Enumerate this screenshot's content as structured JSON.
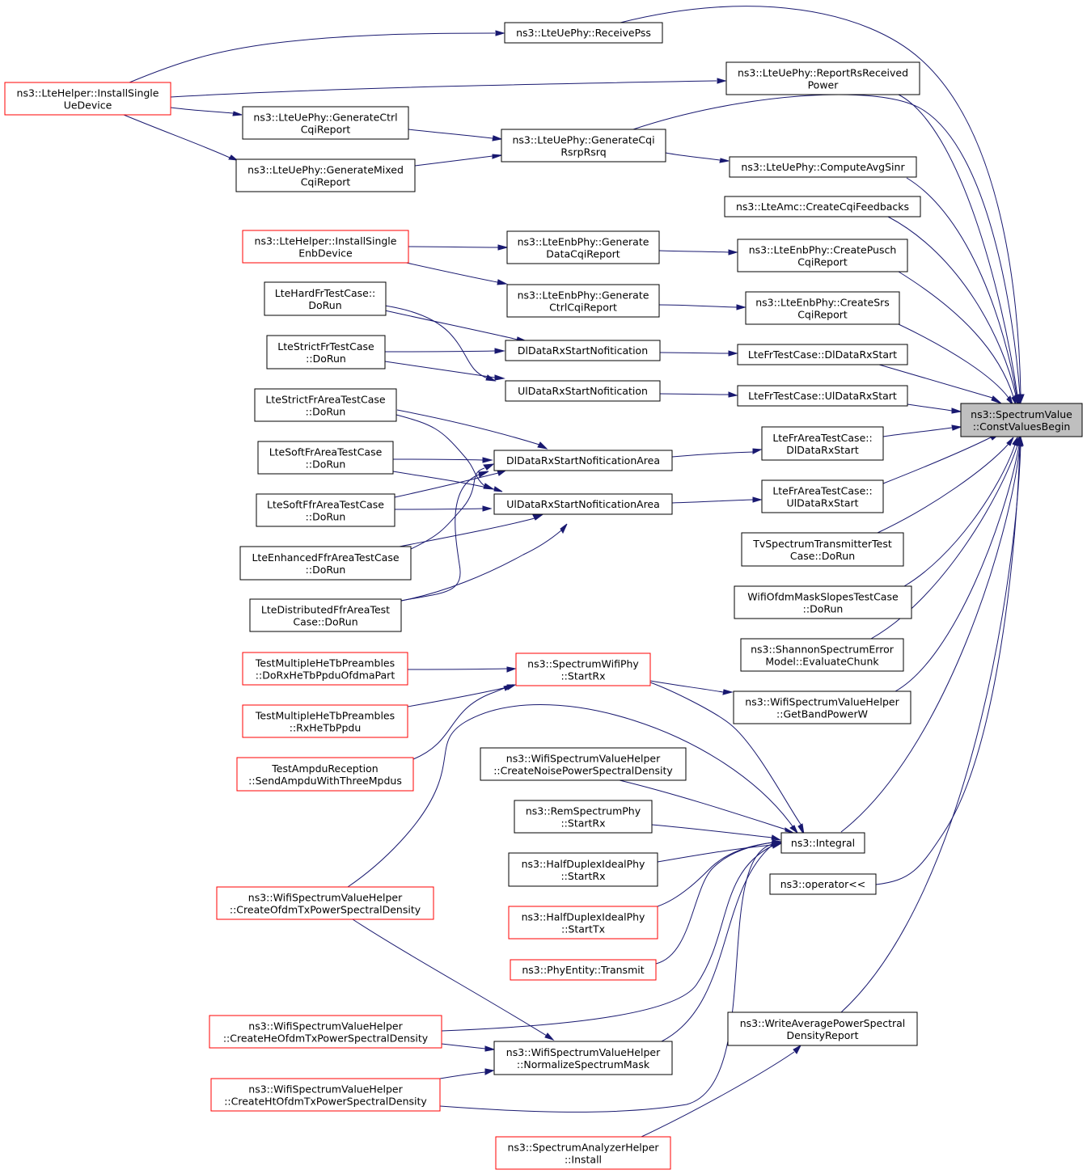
{
  "graph": {
    "type": "caller-graph",
    "root": "n_root",
    "nodes": {
      "n_root": {
        "lines": [
          "ns3::SpectrumValue",
          "::ConstValuesBegin"
        ],
        "style": "root"
      },
      "n_receivepss": {
        "lines": [
          "ns3::LteUePhy::ReceivePss"
        ],
        "style": "black"
      },
      "n_reportrs": {
        "lines": [
          "ns3::LteUePhy::ReportRsReceived",
          "Power"
        ],
        "style": "black"
      },
      "n_genctrlcqi": {
        "lines": [
          "ns3::LteUePhy::GenerateCtrl",
          "CqiReport"
        ],
        "style": "black"
      },
      "n_gencqirsrp": {
        "lines": [
          "ns3::LteUePhy::GenerateCqi",
          "RsrpRsrq"
        ],
        "style": "black"
      },
      "n_genmixed": {
        "lines": [
          "ns3::LteUePhy::GenerateMixed",
          "CqiReport"
        ],
        "style": "black"
      },
      "n_computeavgsinr": {
        "lines": [
          "ns3::LteUePhy::ComputeAvgSinr"
        ],
        "style": "black"
      },
      "n_createcqifb": {
        "lines": [
          "ns3::LteAmc::CreateCqiFeedbacks"
        ],
        "style": "black"
      },
      "n_installue": {
        "lines": [
          "ns3::LteHelper::InstallSingle",
          "UeDevice"
        ],
        "style": "red"
      },
      "n_installenb": {
        "lines": [
          "ns3::LteHelper::InstallSingle",
          "EnbDevice"
        ],
        "style": "red"
      },
      "n_gendatacqi": {
        "lines": [
          "ns3::LteEnbPhy::Generate",
          "DataCqiReport"
        ],
        "style": "black"
      },
      "n_createpusch": {
        "lines": [
          "ns3::LteEnbPhy::CreatePusch",
          "CqiReport"
        ],
        "style": "black"
      },
      "n_genctrlcqienb": {
        "lines": [
          "ns3::LteEnbPhy::Generate",
          "CtrlCqiReport"
        ],
        "style": "black"
      },
      "n_createsrs": {
        "lines": [
          "ns3::LteEnbPhy::CreateSrs",
          "CqiReport"
        ],
        "style": "black"
      },
      "n_hardfr": {
        "lines": [
          "LteHardFrTestCase::",
          "DoRun"
        ],
        "style": "black"
      },
      "n_strictfr": {
        "lines": [
          "LteStrictFrTestCase",
          "::DoRun"
        ],
        "style": "black"
      },
      "n_dldatarx": {
        "lines": [
          "DlDataRxStartNofitication"
        ],
        "style": "black"
      },
      "n_uldatarx": {
        "lines": [
          "UlDataRxStartNofitication"
        ],
        "style": "black"
      },
      "n_frdl": {
        "lines": [
          "LteFrTestCase::DlDataRxStart"
        ],
        "style": "black"
      },
      "n_frul": {
        "lines": [
          "LteFrTestCase::UlDataRxStart"
        ],
        "style": "black"
      },
      "n_strictfrarea": {
        "lines": [
          "LteStrictFrAreaTestCase",
          "::DoRun"
        ],
        "style": "black"
      },
      "n_softfrarea": {
        "lines": [
          "LteSoftFrAreaTestCase",
          "::DoRun"
        ],
        "style": "black"
      },
      "n_softffrarea": {
        "lines": [
          "LteSoftFfrAreaTestCase",
          "::DoRun"
        ],
        "style": "black"
      },
      "n_enhancedffr": {
        "lines": [
          "LteEnhancedFfrAreaTestCase",
          "::DoRun"
        ],
        "style": "black"
      },
      "n_distributedffr": {
        "lines": [
          "LteDistributedFfrAreaTest",
          "Case::DoRun"
        ],
        "style": "black"
      },
      "n_dlarea": {
        "lines": [
          "DlDataRxStartNofiticationArea"
        ],
        "style": "black"
      },
      "n_ularea": {
        "lines": [
          "UlDataRxStartNofiticationArea"
        ],
        "style": "black"
      },
      "n_frareadl": {
        "lines": [
          "LteFrAreaTestCase::",
          "DlDataRxStart"
        ],
        "style": "black"
      },
      "n_frareaul": {
        "lines": [
          "LteFrAreaTestCase::",
          "UlDataRxStart"
        ],
        "style": "black"
      },
      "n_tvspectrum": {
        "lines": [
          "TvSpectrumTransmitterTest",
          "Case::DoRun"
        ],
        "style": "black"
      },
      "n_wifiofdmmask": {
        "lines": [
          "WifiOfdmMaskSlopesTestCase",
          "::DoRun"
        ],
        "style": "black"
      },
      "n_shannon": {
        "lines": [
          "ns3::ShannonSpectrumError",
          "Model::EvaluateChunk"
        ],
        "style": "black"
      },
      "n_multihe1": {
        "lines": [
          "TestMultipleHeTbPreambles",
          "::DoRxHeTbPpduOfdmaPart"
        ],
        "style": "red"
      },
      "n_multihe2": {
        "lines": [
          "TestMultipleHeTbPreambles",
          "::RxHeTbPpdu"
        ],
        "style": "red"
      },
      "n_ampdu": {
        "lines": [
          "TestAmpduReception",
          "::SendAmpduWithThreeMpdus"
        ],
        "style": "red"
      },
      "n_spectrumwifi": {
        "lines": [
          "ns3::SpectrumWifiPhy",
          "::StartRx"
        ],
        "style": "red"
      },
      "n_getbandpower": {
        "lines": [
          "ns3::WifiSpectrumValueHelper",
          "::GetBandPowerW"
        ],
        "style": "black"
      },
      "n_createnoise": {
        "lines": [
          "ns3::WifiSpectrumValueHelper",
          "::CreateNoisePowerSpectralDensity"
        ],
        "style": "black"
      },
      "n_remspectrum": {
        "lines": [
          "ns3::RemSpectrumPhy",
          "::StartRx"
        ],
        "style": "black"
      },
      "n_hdstartrx": {
        "lines": [
          "ns3::HalfDuplexIdealPhy",
          "::StartRx"
        ],
        "style": "black"
      },
      "n_hdstarttx": {
        "lines": [
          "ns3::HalfDuplexIdealPhy",
          "::StartTx"
        ],
        "style": "red"
      },
      "n_phyentity": {
        "lines": [
          "ns3::PhyEntity::Transmit"
        ],
        "style": "red"
      },
      "n_integral": {
        "lines": [
          "ns3::Integral"
        ],
        "style": "black"
      },
      "n_operator": {
        "lines": [
          "ns3::operator<<"
        ],
        "style": "black"
      },
      "n_createofdm": {
        "lines": [
          "ns3::WifiSpectrumValueHelper",
          "::CreateOfdmTxPowerSpectralDensity"
        ],
        "style": "red"
      },
      "n_writeavg": {
        "lines": [
          "ns3::WriteAveragePowerSpectral",
          "DensityReport"
        ],
        "style": "black"
      },
      "n_createhe": {
        "lines": [
          "ns3::WifiSpectrumValueHelper",
          "::CreateHeOfdmTxPowerSpectralDensity"
        ],
        "style": "red"
      },
      "n_normalize": {
        "lines": [
          "ns3::WifiSpectrumValueHelper",
          "::NormalizeSpectrumMask"
        ],
        "style": "black"
      },
      "n_createht": {
        "lines": [
          "ns3::WifiSpectrumValueHelper",
          "::CreateHtOfdmTxPowerSpectralDensity"
        ],
        "style": "red"
      },
      "n_analyzer": {
        "lines": [
          "ns3::SpectrumAnalyzerHelper",
          "::Install"
        ],
        "style": "red"
      }
    },
    "edges": [
      [
        "n_receivepss",
        "n_root"
      ],
      [
        "n_reportrs",
        "n_root"
      ],
      [
        "n_gencqirsrp",
        "n_root"
      ],
      [
        "n_computeavgsinr",
        "n_root"
      ],
      [
        "n_createcqifb",
        "n_root"
      ],
      [
        "n_createpusch",
        "n_root"
      ],
      [
        "n_createsrs",
        "n_root"
      ],
      [
        "n_frdl",
        "n_root"
      ],
      [
        "n_frul",
        "n_root"
      ],
      [
        "n_frareadl",
        "n_root"
      ],
      [
        "n_frareaul",
        "n_root"
      ],
      [
        "n_tvspectrum",
        "n_root"
      ],
      [
        "n_wifiofdmmask",
        "n_root"
      ],
      [
        "n_shannon",
        "n_root"
      ],
      [
        "n_getbandpower",
        "n_root"
      ],
      [
        "n_integral",
        "n_root"
      ],
      [
        "n_operator",
        "n_root"
      ],
      [
        "n_writeavg",
        "n_root"
      ],
      [
        "n_installue",
        "n_receivepss"
      ],
      [
        "n_installue",
        "n_reportrs"
      ],
      [
        "n_installue",
        "n_genctrlcqi"
      ],
      [
        "n_installue",
        "n_genmixed"
      ],
      [
        "n_genctrlcqi",
        "n_gencqirsrp"
      ],
      [
        "n_genmixed",
        "n_gencqirsrp"
      ],
      [
        "n_gencqirsrp",
        "n_computeavgsinr"
      ],
      [
        "n_installenb",
        "n_gendatacqi"
      ],
      [
        "n_installenb",
        "n_genctrlcqienb"
      ],
      [
        "n_gendatacqi",
        "n_createpusch"
      ],
      [
        "n_genctrlcqienb",
        "n_createsrs"
      ],
      [
        "n_hardfr",
        "n_dldatarx"
      ],
      [
        "n_hardfr",
        "n_uldatarx"
      ],
      [
        "n_strictfr",
        "n_dldatarx"
      ],
      [
        "n_strictfr",
        "n_uldatarx"
      ],
      [
        "n_dldatarx",
        "n_frdl"
      ],
      [
        "n_uldatarx",
        "n_frul"
      ],
      [
        "n_strictfrarea",
        "n_dlarea"
      ],
      [
        "n_strictfrarea",
        "n_ularea"
      ],
      [
        "n_softfrarea",
        "n_dlarea"
      ],
      [
        "n_softfrarea",
        "n_ularea"
      ],
      [
        "n_softffrarea",
        "n_dlarea"
      ],
      [
        "n_softffrarea",
        "n_ularea"
      ],
      [
        "n_enhancedffr",
        "n_dlarea"
      ],
      [
        "n_enhancedffr",
        "n_ularea"
      ],
      [
        "n_distributedffr",
        "n_dlarea"
      ],
      [
        "n_distributedffr",
        "n_ularea"
      ],
      [
        "n_dlarea",
        "n_frareadl"
      ],
      [
        "n_ularea",
        "n_frareaul"
      ],
      [
        "n_multihe1",
        "n_spectrumwifi"
      ],
      [
        "n_multihe2",
        "n_spectrumwifi"
      ],
      [
        "n_ampdu",
        "n_spectrumwifi"
      ],
      [
        "n_spectrumwifi",
        "n_getbandpower"
      ],
      [
        "n_spectrumwifi",
        "n_integral"
      ],
      [
        "n_createnoise",
        "n_integral"
      ],
      [
        "n_remspectrum",
        "n_integral"
      ],
      [
        "n_hdstartrx",
        "n_integral"
      ],
      [
        "n_hdstarttx",
        "n_integral"
      ],
      [
        "n_phyentity",
        "n_integral"
      ],
      [
        "n_createofdm",
        "n_integral"
      ],
      [
        "n_createofdm",
        "n_normalize"
      ],
      [
        "n_createhe",
        "n_integral"
      ],
      [
        "n_createhe",
        "n_normalize"
      ],
      [
        "n_createht",
        "n_integral"
      ],
      [
        "n_createht",
        "n_normalize"
      ],
      [
        "n_normalize",
        "n_integral"
      ],
      [
        "n_analyzer",
        "n_writeavg"
      ]
    ]
  }
}
